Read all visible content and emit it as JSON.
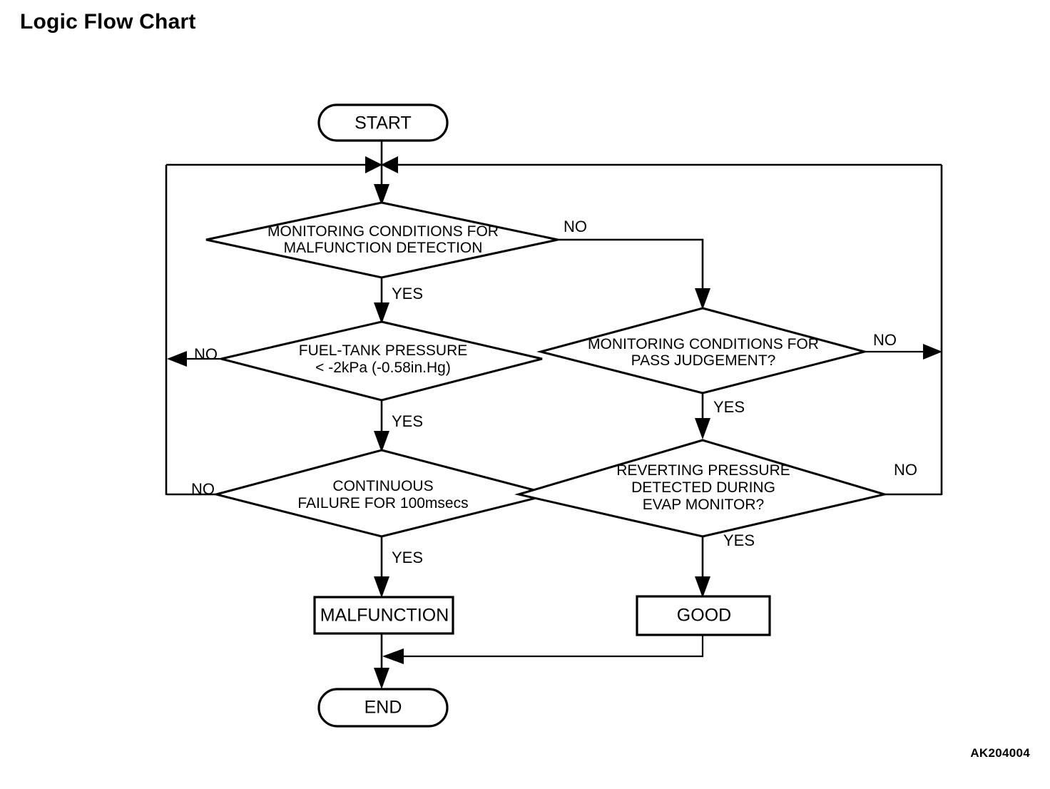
{
  "page": {
    "title": "Logic Flow Chart",
    "figure_code": "AK204004",
    "background_color": "#ffffff",
    "line_color": "#000000"
  },
  "chart_data": {
    "type": "diagram",
    "diagram_kind": "flowchart",
    "title": "Logic Flow Chart",
    "nodes": [
      {
        "id": "start",
        "shape": "terminal",
        "text": "START"
      },
      {
        "id": "mon_malf",
        "shape": "decision",
        "text": "MONITORING CONDITIONS FOR MALFUNCTION DETECTION",
        "lines": [
          "MONITORING CONDITIONS FOR",
          "MALFUNCTION DETECTION"
        ]
      },
      {
        "id": "fuel_press",
        "shape": "decision",
        "text": "FUEL-TANK PRESSURE < -2kPa (-0.58in.Hg)",
        "lines": [
          "FUEL-TANK PRESSURE",
          "< -2kPa (-0.58in.Hg)"
        ]
      },
      {
        "id": "mon_pass",
        "shape": "decision",
        "text": "MONITORING CONDITIONS FOR PASS JUDGEMENT?",
        "lines": [
          "MONITORING CONDITIONS FOR",
          "PASS JUDGEMENT?"
        ]
      },
      {
        "id": "cont_fail",
        "shape": "decision",
        "text": "CONTINUOUS FAILURE FOR 100msecs",
        "lines": [
          "CONTINUOUS",
          "FAILURE FOR 100msecs"
        ]
      },
      {
        "id": "revert_press",
        "shape": "decision",
        "text": "REVERTING PRESSURE DETECTED DURING EVAP MONITOR?",
        "lines": [
          "REVERTING PRESSURE",
          "DETECTED DURING",
          "EVAP MONITOR?"
        ]
      },
      {
        "id": "malfunction",
        "shape": "process",
        "text": "MALFUNCTION"
      },
      {
        "id": "good",
        "shape": "process",
        "text": "GOOD"
      },
      {
        "id": "end",
        "shape": "terminal",
        "text": "END"
      }
    ],
    "edges": [
      {
        "from": "start",
        "to": "mon_malf",
        "label": ""
      },
      {
        "from": "mon_malf",
        "to": "fuel_press",
        "label": "YES"
      },
      {
        "from": "mon_malf",
        "to": "mon_pass",
        "label": "NO"
      },
      {
        "from": "fuel_press",
        "to": "cont_fail",
        "label": "YES"
      },
      {
        "from": "fuel_press",
        "to": "start",
        "label": "NO"
      },
      {
        "from": "cont_fail",
        "to": "malfunction",
        "label": "YES"
      },
      {
        "from": "cont_fail",
        "to": "start",
        "label": "NO"
      },
      {
        "from": "mon_pass",
        "to": "revert_press",
        "label": "YES"
      },
      {
        "from": "mon_pass",
        "to": "start",
        "label": "NO"
      },
      {
        "from": "revert_press",
        "to": "good",
        "label": "YES"
      },
      {
        "from": "revert_press",
        "to": "start",
        "label": "NO"
      },
      {
        "from": "malfunction",
        "to": "end",
        "label": ""
      },
      {
        "from": "good",
        "to": "end",
        "label": ""
      }
    ],
    "branch_labels": {
      "mon_malf_yes": "YES",
      "mon_malf_no": "NO",
      "fuel_press_yes": "YES",
      "fuel_press_no": "NO",
      "mon_pass_yes": "YES",
      "mon_pass_no": "NO",
      "cont_fail_yes": "YES",
      "cont_fail_no": "NO",
      "revert_press_yes": "YES",
      "revert_press_no": "NO"
    }
  },
  "nodes": {
    "start": {
      "label": "START"
    },
    "end": {
      "label": "END"
    },
    "malfunction": {
      "label": "MALFUNCTION"
    },
    "good": {
      "label": "GOOD"
    },
    "mon_malf": {
      "line1": "MONITORING CONDITIONS FOR",
      "line2": "MALFUNCTION DETECTION"
    },
    "fuel_press": {
      "line1": "FUEL-TANK PRESSURE",
      "line2": "< -2kPa (-0.58in.Hg)"
    },
    "mon_pass": {
      "line1": "MONITORING CONDITIONS FOR",
      "line2": "PASS JUDGEMENT?"
    },
    "cont_fail": {
      "line1": "CONTINUOUS",
      "line2": "FAILURE FOR 100msecs"
    },
    "revert_press": {
      "line1": "REVERTING PRESSURE",
      "line2": "DETECTED DURING",
      "line3": "EVAP MONITOR?"
    }
  },
  "labels": {
    "mon_malf_no": "NO",
    "mon_malf_yes": "YES",
    "fuel_press_no": "NO",
    "fuel_press_yes": "YES",
    "mon_pass_no": "NO",
    "mon_pass_yes": "YES",
    "cont_fail_no": "NO",
    "cont_fail_yes": "YES",
    "revert_press_no": "NO",
    "revert_press_yes": "YES"
  }
}
